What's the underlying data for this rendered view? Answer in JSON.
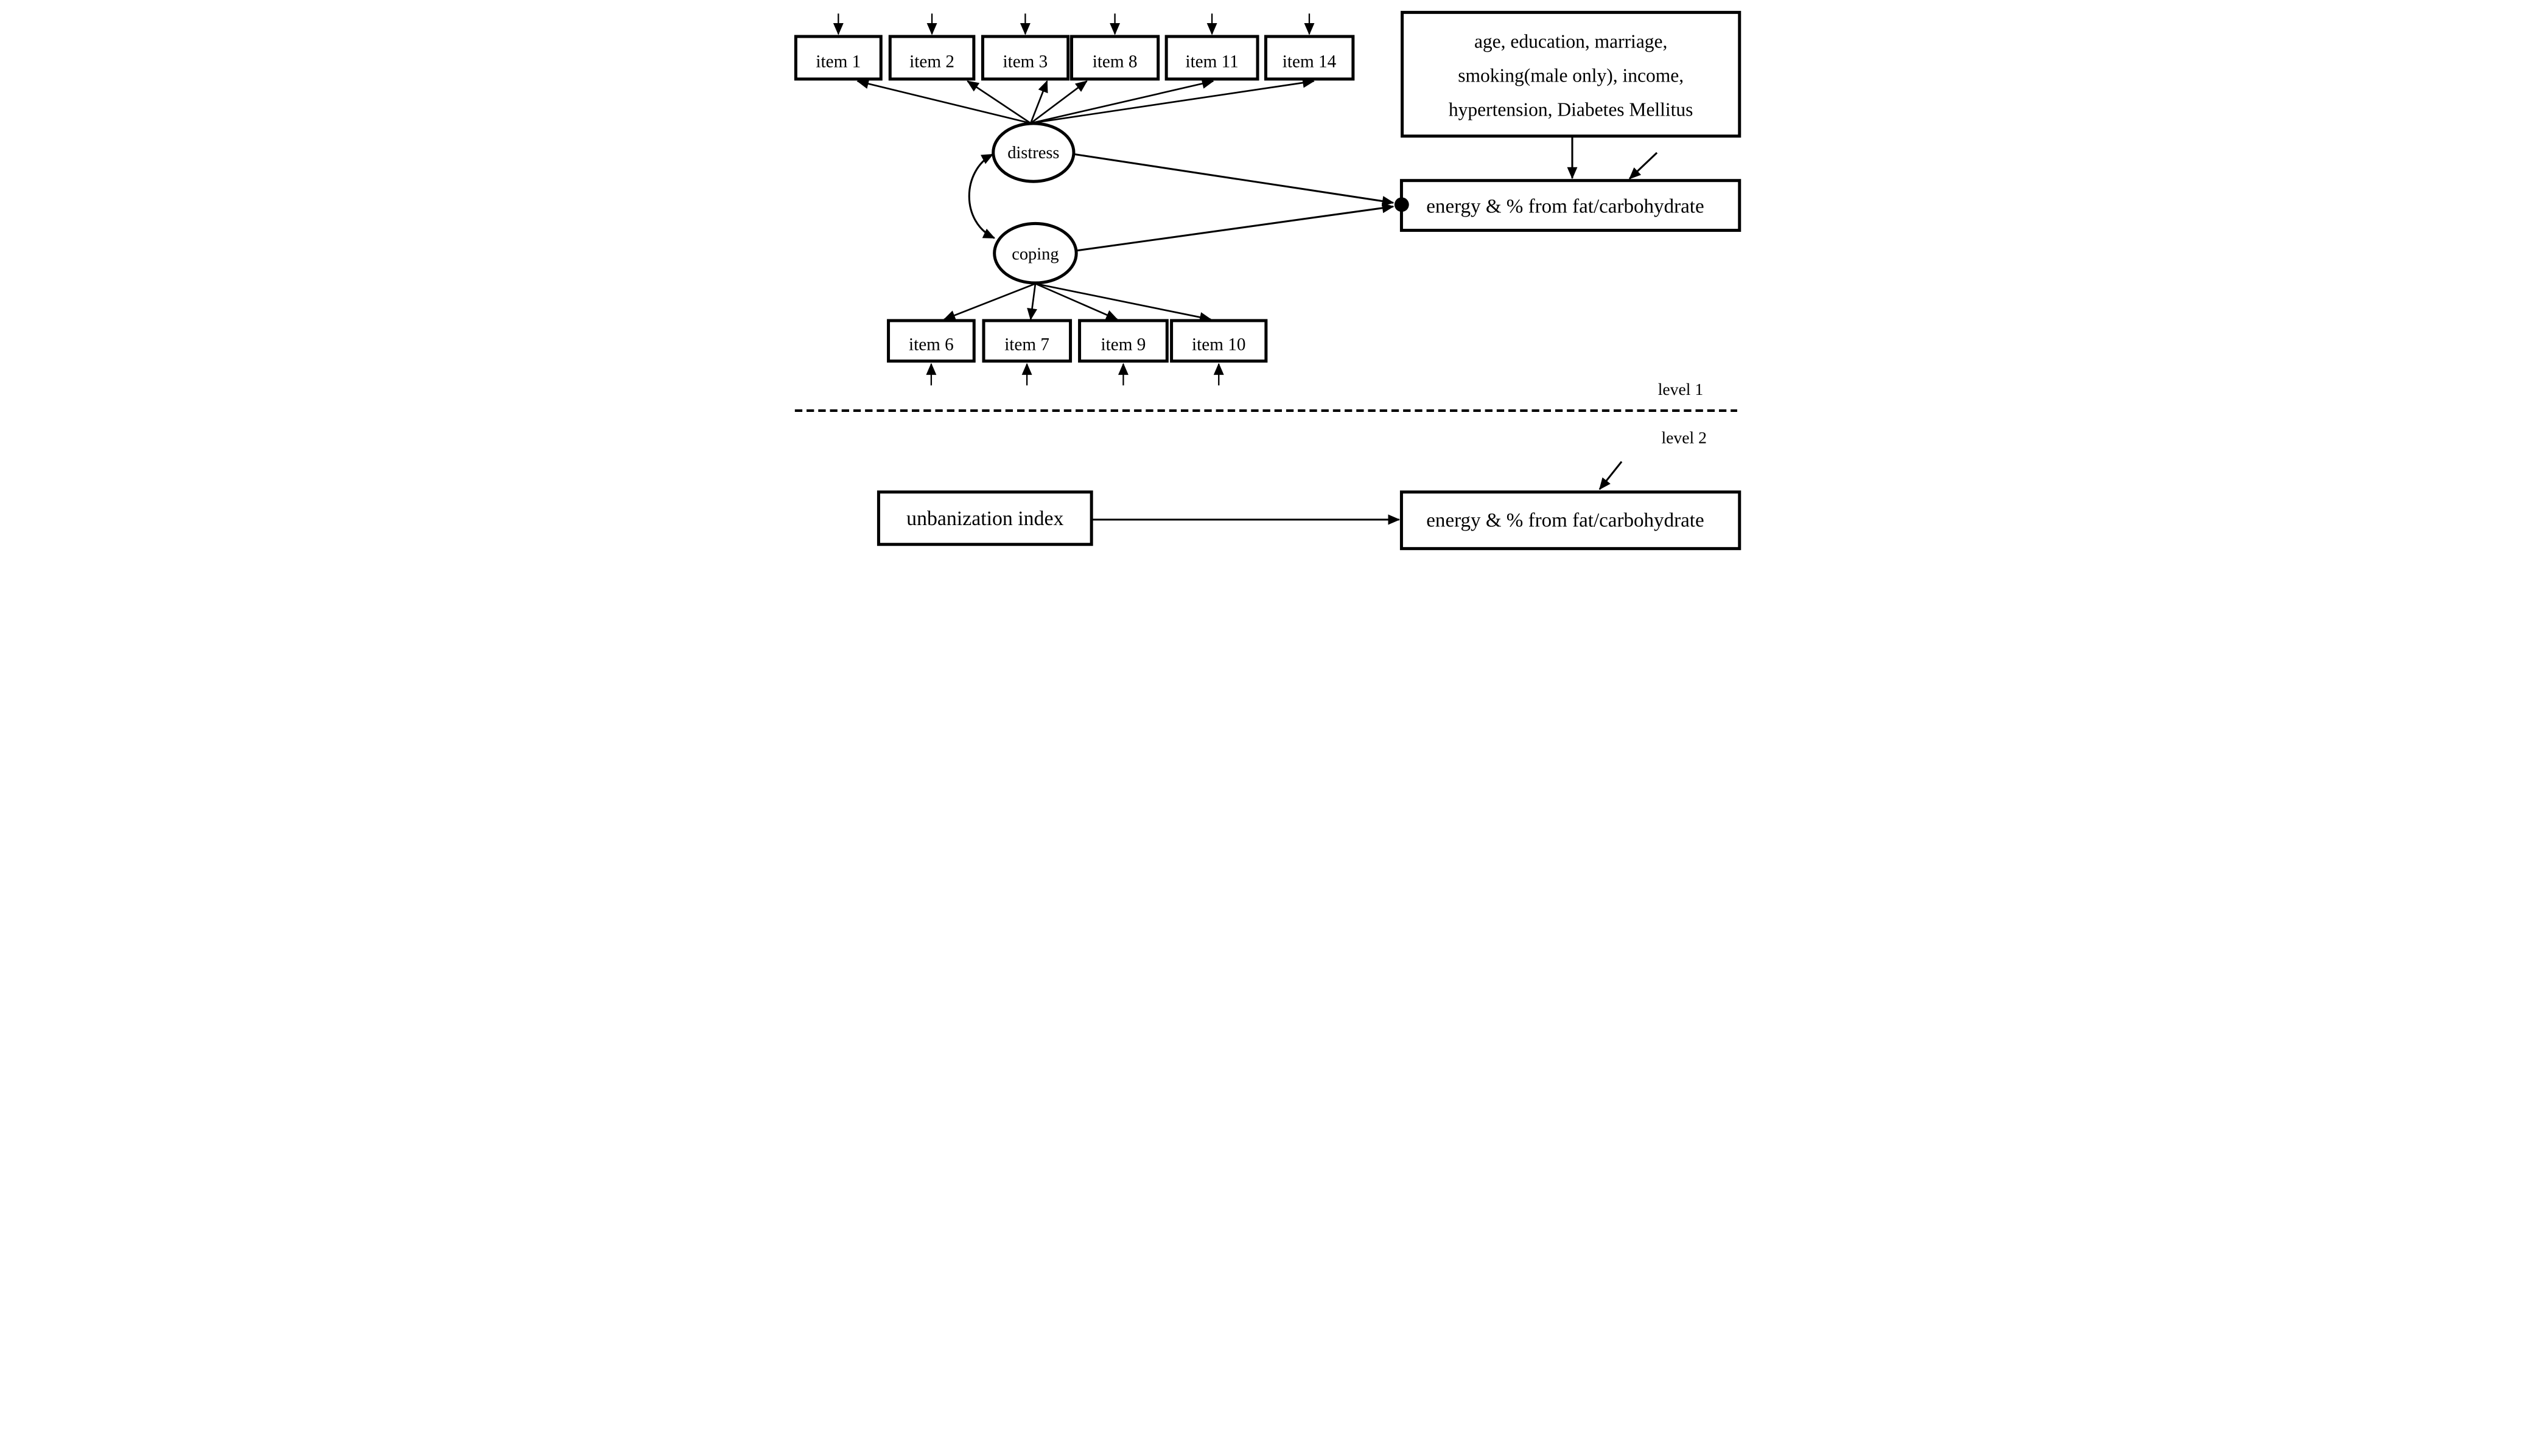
{
  "figure": {
    "type": "multilevel structural equation model path diagram",
    "colors": {
      "ink": "#000000",
      "background": "#ffffff"
    }
  },
  "latent": {
    "distress": "distress",
    "coping": "coping"
  },
  "distress_items": [
    "item 1",
    "item 2",
    "item 3",
    "item 8",
    "item 11",
    "item 14"
  ],
  "coping_items": [
    "item 6",
    "item 7",
    "item 9",
    "item 10"
  ],
  "covariates": {
    "line1": "age, education, marriage,",
    "line2": "smoking(male only), income,",
    "line3": "hypertension, Diabetes Mellitus"
  },
  "level1": {
    "label": "level 1",
    "outcome": "energy & % from fat/carbohydrate"
  },
  "level2": {
    "label": "level 2",
    "predictor": "unbanization index",
    "outcome": "energy & % from fat/carbohydrate"
  }
}
